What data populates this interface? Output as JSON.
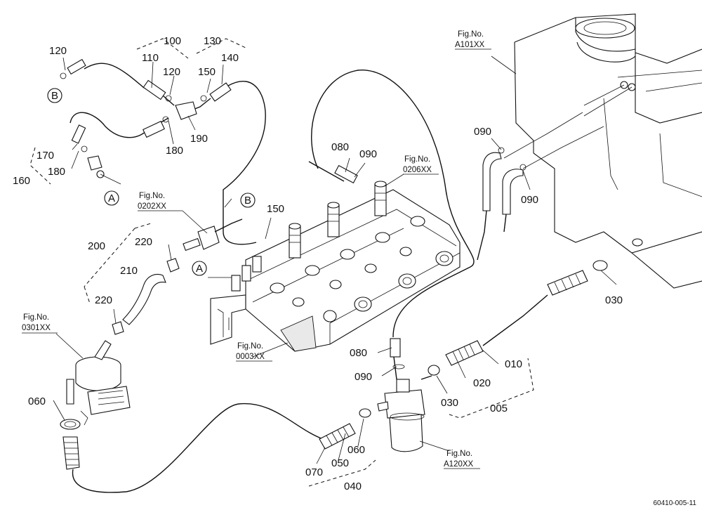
{
  "diagram": {
    "drawing_code": "60410-005-11",
    "part_labels": [
      {
        "key": "p120a",
        "text": "120"
      },
      {
        "key": "p100",
        "text": "100"
      },
      {
        "key": "p130",
        "text": "130"
      },
      {
        "key": "p110",
        "text": "110"
      },
      {
        "key": "p120b",
        "text": "120"
      },
      {
        "key": "p150a",
        "text": "150"
      },
      {
        "key": "p140",
        "text": "140"
      },
      {
        "key": "p190",
        "text": "190"
      },
      {
        "key": "p180a",
        "text": "180"
      },
      {
        "key": "p170",
        "text": "170"
      },
      {
        "key": "p180b",
        "text": "180"
      },
      {
        "key": "p160",
        "text": "160"
      },
      {
        "key": "p080a",
        "text": "080"
      },
      {
        "key": "p090a",
        "text": "090"
      },
      {
        "key": "p090b",
        "text": "090"
      },
      {
        "key": "p090c",
        "text": "090"
      },
      {
        "key": "p150b",
        "text": "150"
      },
      {
        "key": "p200",
        "text": "200"
      },
      {
        "key": "p220a",
        "text": "220"
      },
      {
        "key": "p210",
        "text": "210"
      },
      {
        "key": "p220b",
        "text": "220"
      },
      {
        "key": "p030a",
        "text": "030"
      },
      {
        "key": "p010",
        "text": "010"
      },
      {
        "key": "p020",
        "text": "020"
      },
      {
        "key": "p030b",
        "text": "030"
      },
      {
        "key": "p005",
        "text": "005"
      },
      {
        "key": "p080b",
        "text": "080"
      },
      {
        "key": "p090d",
        "text": "090"
      },
      {
        "key": "p060a",
        "text": "060"
      },
      {
        "key": "p060b",
        "text": "060"
      },
      {
        "key": "p070",
        "text": "070"
      },
      {
        "key": "p050",
        "text": "050"
      },
      {
        "key": "p040",
        "text": "040"
      }
    ],
    "fig_refs": [
      {
        "key": "fA101",
        "line1": "Fig.No.",
        "line2": "A101XX"
      },
      {
        "key": "f0206",
        "line1": "Fig.No.",
        "line2": "0206XX"
      },
      {
        "key": "f0202",
        "line1": "Fig.No.",
        "line2": "0202XX"
      },
      {
        "key": "f0301",
        "line1": "Fig.No.",
        "line2": "0301XX"
      },
      {
        "key": "f0003",
        "line1": "Fig.No.",
        "line2": "0003XX"
      },
      {
        "key": "fA120",
        "line1": "Fig.No.",
        "line2": "A120XX"
      }
    ],
    "connection_markers": [
      {
        "key": "mB1",
        "text": "B"
      },
      {
        "key": "mA1",
        "text": "A"
      },
      {
        "key": "mB2",
        "text": "B"
      },
      {
        "key": "mA2",
        "text": "A"
      }
    ]
  }
}
